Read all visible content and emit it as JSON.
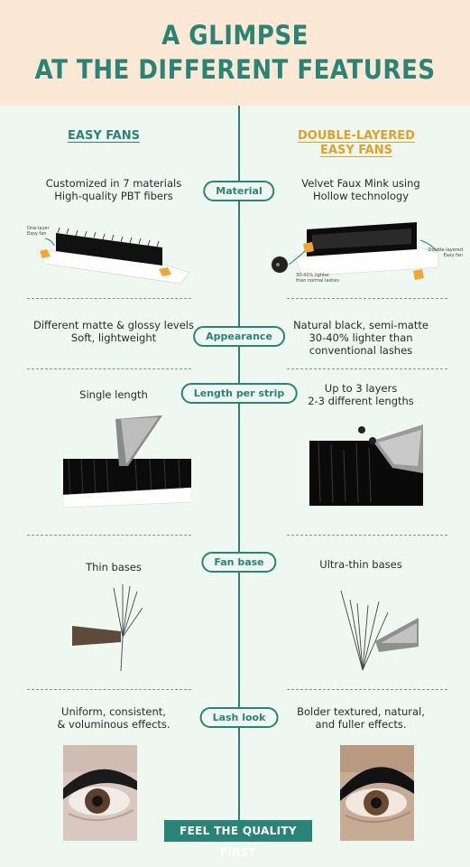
{
  "title": {
    "line1": "A GLIMPSE",
    "line2": "AT THE DIFFERENT FEATURES"
  },
  "columns": {
    "left": "EASY FANS",
    "right_line1": "DOUBLE-LAYERED",
    "right_line2": "EASY FANS"
  },
  "features": [
    {
      "label": "Material",
      "left": [
        "Customized in 7 materials",
        "High-quality PBT fibers"
      ],
      "right": [
        "Velvet Faux Mink using",
        "Hollow technology"
      ]
    },
    {
      "label": "Appearance",
      "left": [
        "Different matte & glossy levels",
        "Soft, lightweight"
      ],
      "right": [
        "Natural black, semi-matte",
        "30-40% lighter than",
        "conventional lashes"
      ]
    },
    {
      "label": "Length per strip",
      "left": [
        "Single length"
      ],
      "right": [
        "Up to 3 layers",
        "2-3 different lengths"
      ]
    },
    {
      "label": "Fan base",
      "left": [
        "Thin bases"
      ],
      "right": [
        "Ultra-thin bases"
      ]
    },
    {
      "label": "Lash look",
      "left": [
        "Uniform, consistent,",
        "& voluminous effects."
      ],
      "right": [
        "Bolder textured, natural,",
        "and fuller effects."
      ]
    }
  ],
  "callouts": {
    "left_strip": [
      "One-layer",
      "Easy fan"
    ],
    "right_strip": [
      "Double-layered",
      "Easy fan"
    ],
    "lighter": [
      "30-40% lighter",
      "than normal lashes"
    ]
  },
  "cta": "FEEL THE QUALITY FIRST",
  "colors": {
    "teal": "#2a8476",
    "gold": "#e0a02a",
    "header_bg": "#fbe8d5",
    "page_bg": "#eef8f1"
  }
}
